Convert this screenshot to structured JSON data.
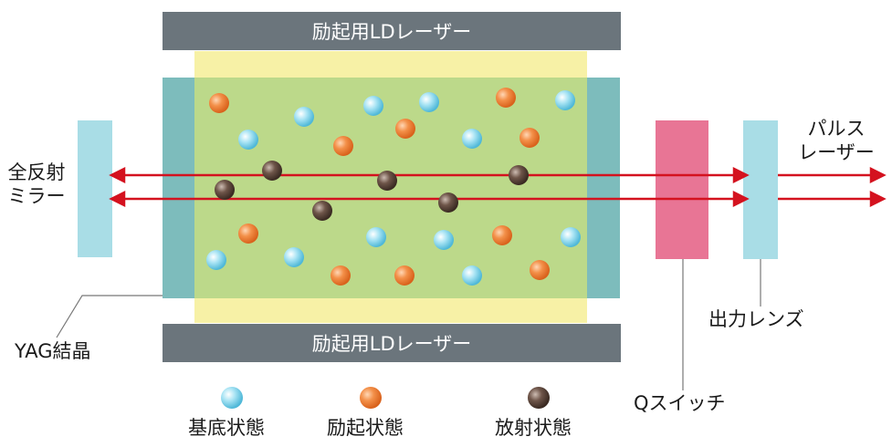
{
  "pump_laser_label": "励起用LDレーザー",
  "mirror_label_line1": "全反射",
  "mirror_label_line2": "ミラー",
  "pulse_label_line1": "パルス",
  "pulse_label_line2": "レーザー",
  "crystal_label": "YAG結晶",
  "output_lens_label": "出力レンズ",
  "q_switch_label": "Qスイッチ",
  "legend": [
    {
      "label": "基底状態",
      "color": "#8fd8ee"
    },
    {
      "label": "励起状態",
      "color": "#f08a3c"
    },
    {
      "label": "放射状態",
      "color": "#6b5248"
    }
  ],
  "colors": {
    "pump_bar": "#6b757c",
    "crystal_glow": "#f7f1a6",
    "crystal_body": "#bcd98a",
    "crystal_edge": "#7dbcbc",
    "mirror": "#a9dde6",
    "q_switch": "#e87595",
    "output_lens": "#a9dde6",
    "beam": "#d4121f"
  }
}
